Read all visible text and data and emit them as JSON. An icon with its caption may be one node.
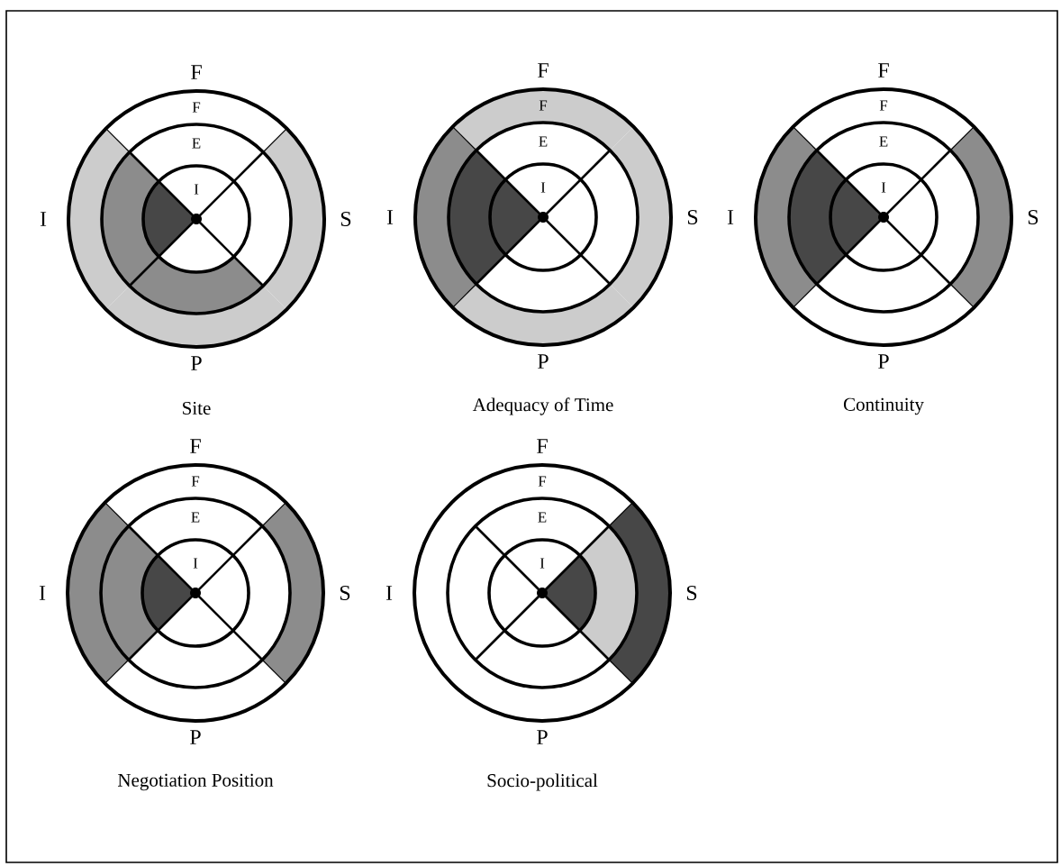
{
  "diagram": {
    "nodes": [
      {
        "text": [
          "F",
          "E",
          "I"
        ],
        "beside": [
          "F",
          "I",
          "S",
          "P",
          "Site"
        ]
      },
      {
        "text": [
          "F",
          "E",
          "I"
        ],
        "beside": [
          "F",
          "I",
          "S",
          "P",
          "Adequacy of Time"
        ]
      },
      {
        "text": [
          "F",
          "E",
          "I"
        ],
        "beside": [
          "F",
          "I",
          "S",
          "P",
          "Continuity"
        ]
      },
      {
        "text": [
          "F",
          "E",
          "I"
        ],
        "beside": [
          "F",
          "I",
          "S",
          "P",
          "Negotiation Position"
        ]
      },
      {
        "text": [
          "F",
          "E",
          "I"
        ],
        "beside": [
          "F",
          "I",
          "S",
          "P",
          "Socio-political"
        ]
      }
    ]
  }
}
